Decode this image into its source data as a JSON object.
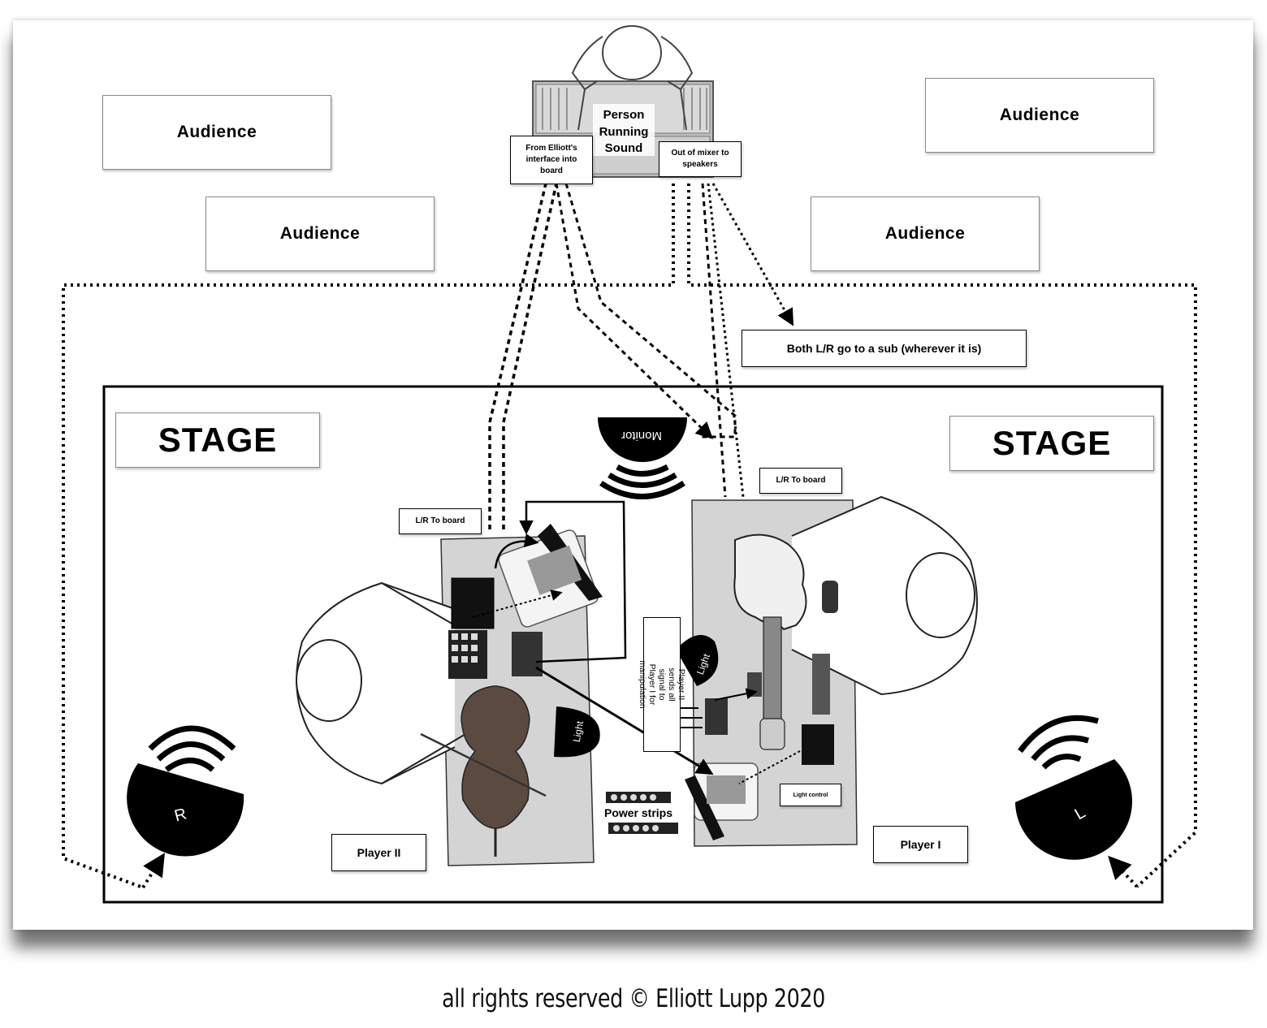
{
  "audience": [
    "Audience",
    "Audience",
    "Audience",
    "Audience"
  ],
  "stage_labels": [
    "STAGE",
    "STAGE"
  ],
  "sound_person": {
    "line1": "Person",
    "line2": "Running",
    "line3": "Sound"
  },
  "callouts": {
    "from_interface": "From Elliott's interface into board",
    "out_of_mixer": "Out of mixer to speakers",
    "sub": "Both L/R go to a sub (wherever it is)",
    "lr_to_board_left": "L/R To board",
    "lr_to_board_right": "L/R To board",
    "player2_sends": "Player II sends all signal to Player I for manipulation",
    "light_control": "Light control",
    "power_strips": "Power strips"
  },
  "players": {
    "player2": "Player II",
    "player1": "Player I"
  },
  "speakers": {
    "left_main": "R",
    "right_main": "L",
    "monitor": "Monitor"
  },
  "lights": [
    "Light",
    "Light"
  ],
  "footer": "all rights reserved © Elliott Lupp 2020"
}
